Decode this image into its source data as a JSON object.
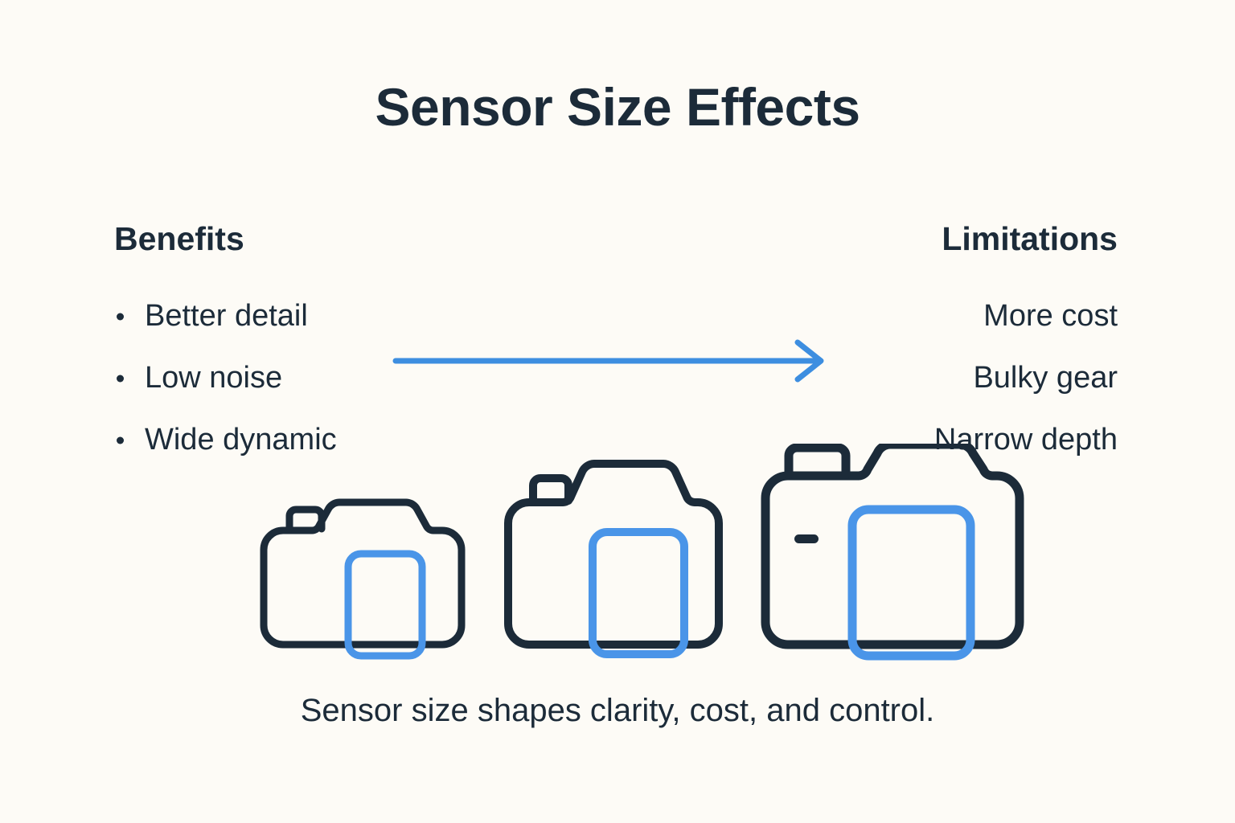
{
  "slide": {
    "title": "Sensor Size Effects",
    "caption": "Sensor size shapes clarity, cost, and control.",
    "background_color": "#fdfbf6",
    "text_color": "#1c2b39",
    "accent_color": "#3d8ee0"
  },
  "benefits": {
    "heading": "Benefits",
    "items": [
      {
        "label": "Better detail"
      },
      {
        "label": "Low noise"
      },
      {
        "label": "Wide dynamic"
      }
    ]
  },
  "limitations": {
    "heading": "Limitations",
    "items": [
      {
        "label": "More cost"
      },
      {
        "label": "Bulky gear"
      },
      {
        "label": "Narrow depth"
      }
    ]
  },
  "arrow": {
    "name": "right-arrow-icon",
    "direction": "right",
    "color": "#3d8ee0"
  },
  "cameras": [
    {
      "name": "small-sensor-camera",
      "size_label": "small",
      "body_color": "#1c2b39",
      "sensor_color": "#4a95e8",
      "has_indicator": false
    },
    {
      "name": "medium-sensor-camera",
      "size_label": "medium",
      "body_color": "#1c2b39",
      "sensor_color": "#4a95e8",
      "has_indicator": false
    },
    {
      "name": "large-sensor-camera",
      "size_label": "large",
      "body_color": "#1c2b39",
      "sensor_color": "#4a95e8",
      "has_indicator": true
    }
  ]
}
